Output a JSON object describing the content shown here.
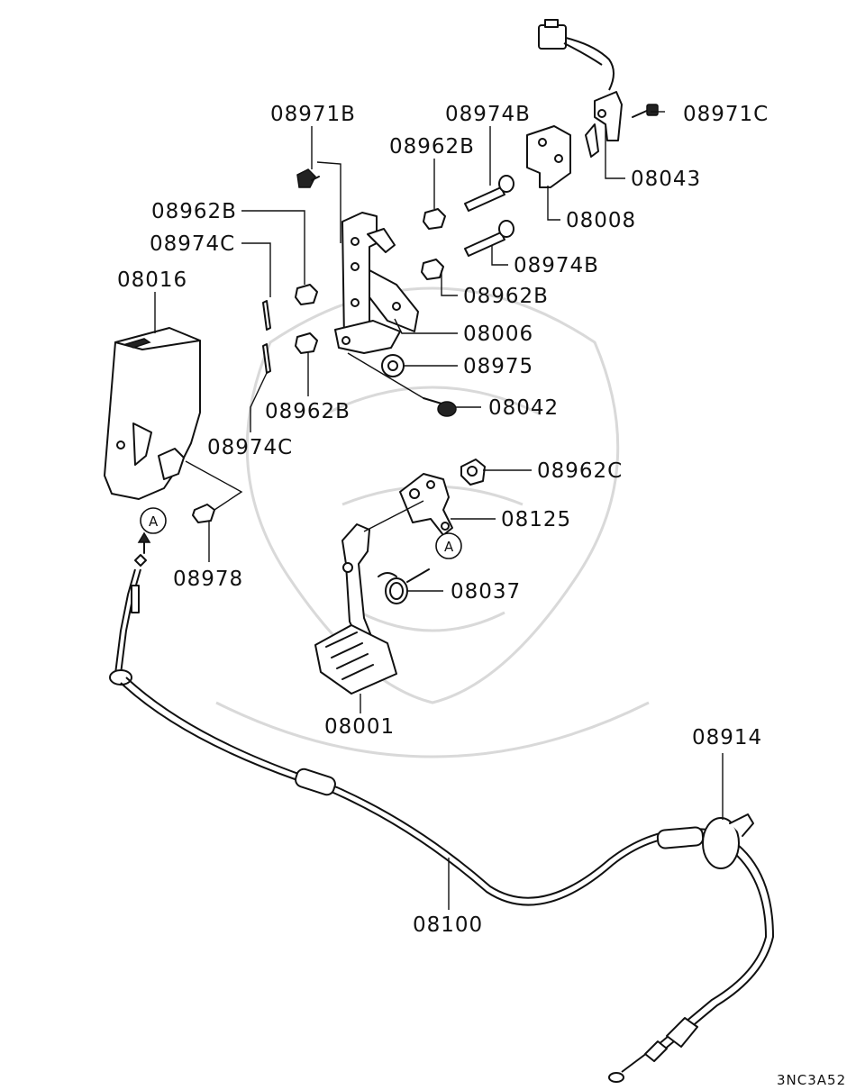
{
  "diagram": {
    "code": "3NC3A52",
    "callouts": {
      "p08971B": "08971B",
      "p08974B_top": "08974B",
      "p08962B_top": "08962B",
      "p08971C": "08971C",
      "p08043": "08043",
      "p08008": "08008",
      "p08962B_left": "08962B",
      "p08974C_left": "08974C",
      "p08974B_mid": "08974B",
      "p08016": "08016",
      "p08962B_mid": "08962B",
      "p08006": "08006",
      "p08975": "08975",
      "p08962B_low": "08962B",
      "p08042": "08042",
      "p08974C_low": "08974C",
      "p08962C": "08962C",
      "p08125": "08125",
      "p08978": "08978",
      "p08037": "08037",
      "p08001": "08001",
      "p08914": "08914",
      "p08100": "08100"
    },
    "view_marks": {
      "left": "A",
      "right": "A"
    }
  }
}
